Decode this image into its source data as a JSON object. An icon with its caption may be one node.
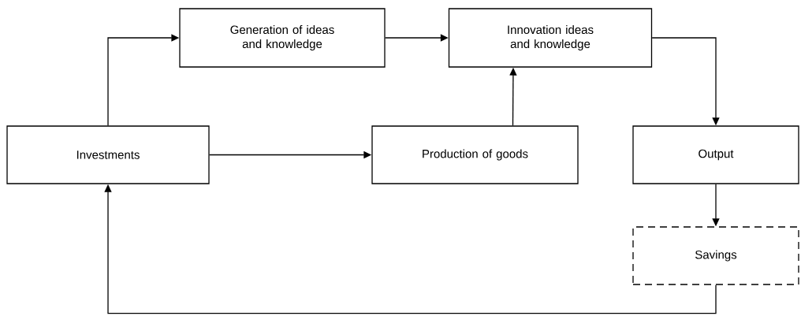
{
  "diagram": {
    "nodes": [
      {
        "text": [
          "Investments"
        ]
      },
      {
        "text": [
          "Generation of ideas and knowledge"
        ]
      },
      {
        "text": [
          "Innovation ideas and knowledge"
        ]
      },
      {
        "text": [
          "Production of goods"
        ]
      },
      {
        "text": [
          "Output"
        ]
      },
      {
        "text": [
          "Savings"
        ]
      }
    ],
    "edges": [
      {
        "from": 0,
        "to": 1,
        "arrow": "to"
      },
      {
        "from": 1,
        "to": 2,
        "arrow": "to"
      },
      {
        "from": 0,
        "to": 3,
        "arrow": "to"
      },
      {
        "from": 3,
        "to": 2,
        "arrow": "to"
      },
      {
        "from": 2,
        "to": 4,
        "arrow": "to"
      },
      {
        "from": 4,
        "to": 5,
        "arrow": "to"
      },
      {
        "from": 5,
        "to": 0,
        "arrow": "to"
      }
    ]
  }
}
